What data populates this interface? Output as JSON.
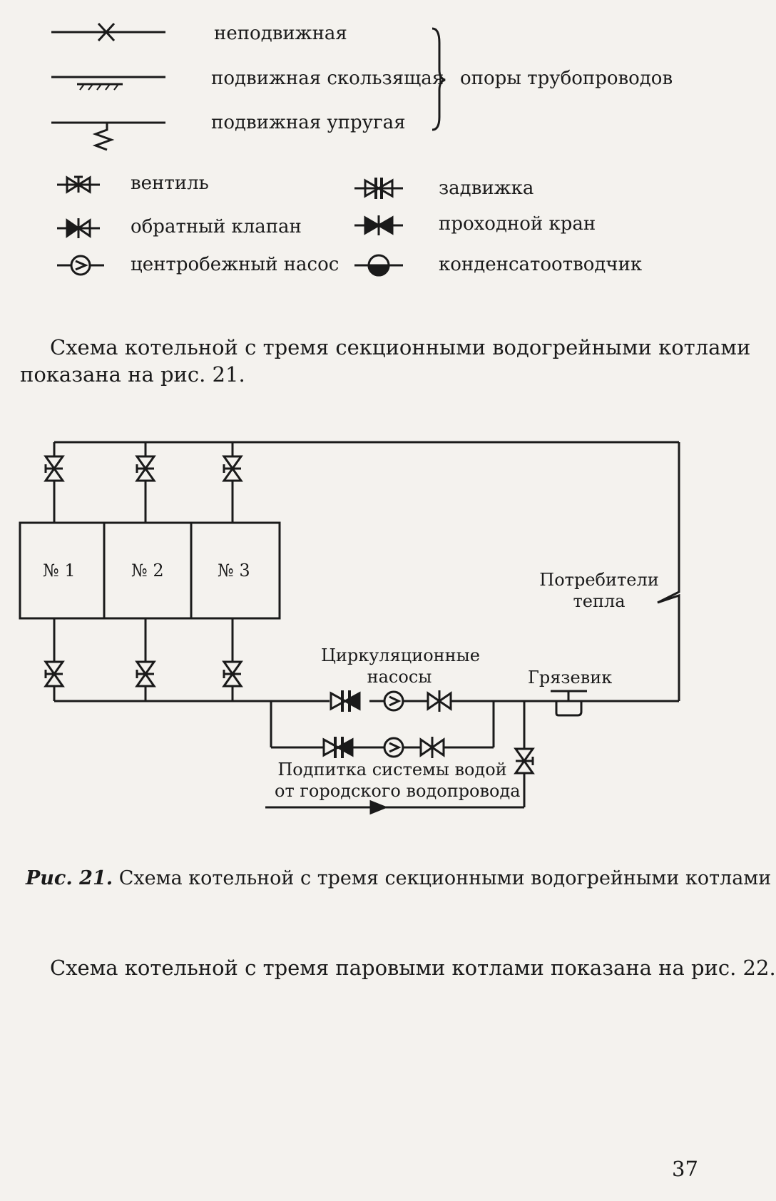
{
  "legend": {
    "supports": {
      "items": [
        {
          "label": "неподвижная",
          "icon": "fixed-support-icon"
        },
        {
          "label": "подвижная скользящая",
          "icon": "sliding-support-icon"
        },
        {
          "label": "подвижная упругая",
          "icon": "elastic-support-icon"
        }
      ],
      "group_label": "опоры трубопроводов"
    },
    "fittings": [
      {
        "label": "вентиль",
        "icon": "valve-icon"
      },
      {
        "label": "задвижка",
        "icon": "gate-valve-icon"
      },
      {
        "label": "обратный клапан",
        "icon": "check-valve-icon"
      },
      {
        "label": "проходной кран",
        "icon": "plug-cock-icon"
      },
      {
        "label": "центробежный насос",
        "icon": "centrifugal-pump-icon"
      },
      {
        "label": "конденсатоотводчик",
        "icon": "steam-trap-icon"
      }
    ]
  },
  "paragraph_1": "Схема котельной с тремя секционными водогрейными котлами показана на рис. 21.",
  "paragraph_1_line1": "Схема котельной с тремя секционными водогрейными котлами",
  "paragraph_1_line2": "показана на рис. 21.",
  "diagram": {
    "boilers": [
      "№ 1",
      "№ 2",
      "№ 3"
    ],
    "consumers_line1": "Потребители",
    "consumers_line2": "тепла",
    "pumps_line1": "Циркуляционные",
    "pumps_line2": "насосы",
    "mud_trap": "Грязевик",
    "makeup_line1": "Подпитка системы водой",
    "makeup_line2": "от городского водопровода"
  },
  "caption": {
    "lead": "Рис. 21.",
    "text": " Схема котельной с тремя секционными водогрейными котлами"
  },
  "paragraph_2": "Схема котельной с тремя паровыми котлами показана на рис. 22.",
  "page_number": "37"
}
